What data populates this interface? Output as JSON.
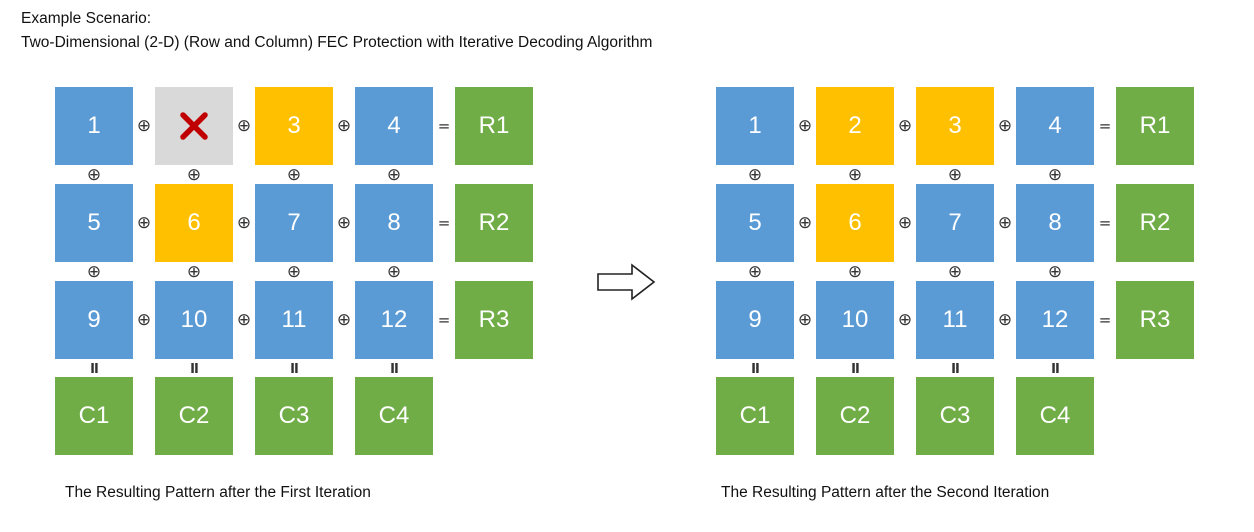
{
  "title": {
    "line1": "Example Scenario:",
    "line2": "Two-Dimensional (2-D) (Row and Column) FEC Protection with Iterative Decoding Algorithm"
  },
  "colors": {
    "data_packet": "#5b9bd5",
    "recovered_packet": "#ffc000",
    "parity_packet": "#70ad47",
    "lost_packet": "#d9d9d9",
    "loss_marker": "#c00000"
  },
  "symbols": {
    "xor": "⊕",
    "equals": "=",
    "vertical_equals": "II"
  },
  "panels": [
    {
      "caption": "The Resulting Pattern after the First Iteration",
      "rows": [
        [
          {
            "label": "1",
            "state": "blue"
          },
          {
            "label": "",
            "state": "lost"
          },
          {
            "label": "3",
            "state": "orange"
          },
          {
            "label": "4",
            "state": "blue"
          }
        ],
        [
          {
            "label": "5",
            "state": "blue"
          },
          {
            "label": "6",
            "state": "orange"
          },
          {
            "label": "7",
            "state": "blue"
          },
          {
            "label": "8",
            "state": "blue"
          }
        ],
        [
          {
            "label": "9",
            "state": "blue"
          },
          {
            "label": "10",
            "state": "blue"
          },
          {
            "label": "11",
            "state": "blue"
          },
          {
            "label": "12",
            "state": "blue"
          }
        ]
      ],
      "row_parity": [
        "R1",
        "R2",
        "R3"
      ],
      "column_parity": [
        "C1",
        "C2",
        "C3",
        "C4"
      ]
    },
    {
      "caption": "The Resulting Pattern after the Second Iteration",
      "rows": [
        [
          {
            "label": "1",
            "state": "blue"
          },
          {
            "label": "2",
            "state": "orange"
          },
          {
            "label": "3",
            "state": "orange"
          },
          {
            "label": "4",
            "state": "blue"
          }
        ],
        [
          {
            "label": "5",
            "state": "blue"
          },
          {
            "label": "6",
            "state": "orange"
          },
          {
            "label": "7",
            "state": "blue"
          },
          {
            "label": "8",
            "state": "blue"
          }
        ],
        [
          {
            "label": "9",
            "state": "blue"
          },
          {
            "label": "10",
            "state": "blue"
          },
          {
            "label": "11",
            "state": "blue"
          },
          {
            "label": "12",
            "state": "blue"
          }
        ]
      ],
      "row_parity": [
        "R1",
        "R2",
        "R3"
      ],
      "column_parity": [
        "C1",
        "C2",
        "C3",
        "C4"
      ]
    }
  ]
}
